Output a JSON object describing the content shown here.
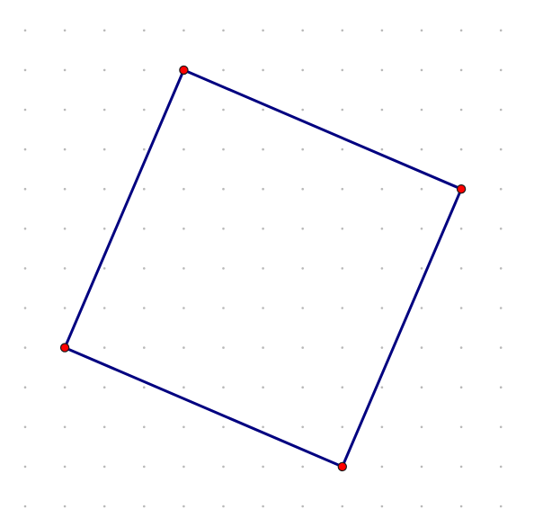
{
  "diagram": {
    "kind": "dot-grid-geometry",
    "grid": {
      "visible": true,
      "style": "dots",
      "dot_color": "#b8b8b8",
      "spacing_units": 1
    },
    "polygon": {
      "shape": "square",
      "stroke_color": "#000080",
      "fill": "none",
      "vertices": [
        {
          "id": "A",
          "x": 4,
          "y": 11,
          "color": "#ff0000"
        },
        {
          "id": "B",
          "x": 11,
          "y": 8,
          "color": "#ff0000"
        },
        {
          "id": "C",
          "x": 8,
          "y": 1,
          "color": "#ff0000"
        },
        {
          "id": "D",
          "x": 1,
          "y": 4,
          "color": "#ff0000"
        }
      ]
    }
  }
}
